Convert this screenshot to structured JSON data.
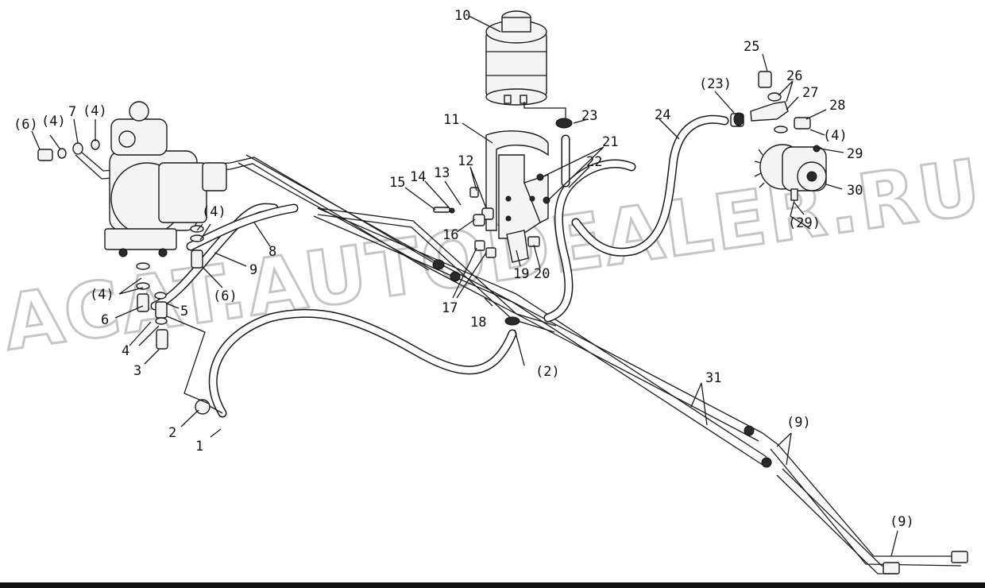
{
  "watermark": "ACAT.AUTODEALER.RU",
  "callouts": {
    "p1": "1",
    "p2": "2",
    "p2b": "(2)",
    "p3": "3",
    "p4a": "4",
    "p4b": "(4)",
    "p4c": "(4)",
    "p4d": "(4)",
    "p4e": "(4)",
    "p4f": "(4)",
    "p5": "5",
    "p6a": "6",
    "p6b": "(6)",
    "p6c": "(6)",
    "p7": "7",
    "p8": "8",
    "p9a": "9",
    "p9b": "(9)",
    "p9c": "(9)",
    "p10": "10",
    "p11": "11",
    "p12": "12",
    "p13": "13",
    "p14": "14",
    "p15": "15",
    "p16": "16",
    "p17": "17",
    "p18": "18",
    "p19": "19",
    "p20": "20",
    "p21": "21",
    "p22": "22",
    "p23": "23",
    "p23b": "(23)",
    "p24": "24",
    "p25": "25",
    "p26": "26",
    "p27": "27",
    "p28": "28",
    "p29": "29",
    "p29b": "(29)",
    "p30": "30",
    "p31": "31"
  }
}
